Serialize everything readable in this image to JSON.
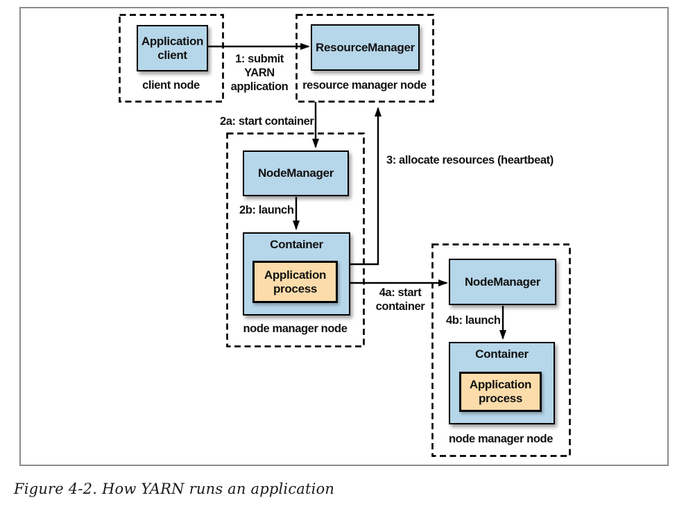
{
  "figure": {
    "caption": "Figure 4-2. How YARN runs an application"
  },
  "colors": {
    "process_box_fill": "#b6d6e9",
    "application_process_fill": "#fbdcaa",
    "box_border": "#000000",
    "frame_border": "#8a8a8a",
    "text": "#111111"
  },
  "nodes": {
    "client_node": {
      "title": "client node",
      "application_client": "Application\nclient"
    },
    "resource_manager_node": {
      "title": "resource manager node",
      "resource_manager": "ResourceManager"
    },
    "node_manager_node_1": {
      "title": "node manager node",
      "node_manager": "NodeManager",
      "container": "Container",
      "application_process": "Application\nprocess"
    },
    "node_manager_node_2": {
      "title": "node manager node",
      "node_manager": "NodeManager",
      "container": "Container",
      "application_process": "Application\nprocess"
    }
  },
  "arrows": {
    "step1": "1: submit\nYARN\napplication",
    "step2a": "2a: start container",
    "step2b": "2b: launch",
    "step3": "3: allocate resources (heartbeat)",
    "step4a": "4a: start\ncontainer",
    "step4b": "4b: launch"
  }
}
